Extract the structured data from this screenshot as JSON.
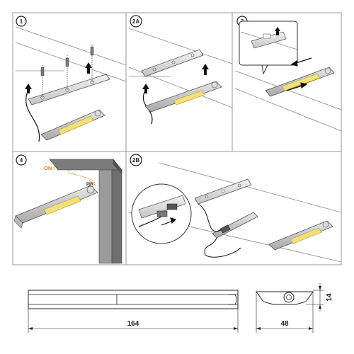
{
  "panels": [
    {
      "step": "1"
    },
    {
      "step": "2A"
    },
    {
      "step": "3"
    },
    {
      "step": "4",
      "callout": "ON / OFF(160s)",
      "sensor_label": "PIR"
    },
    {
      "step": "2B"
    }
  ],
  "dimensions": {
    "length": "164",
    "width": "48",
    "height": "14"
  },
  "colors": {
    "frame": "#9a9a9a",
    "led_yellow": "#f4e07a",
    "profile_gray": "#c9c9c9",
    "accent_orange": "#e87a1e",
    "line": "#333333"
  }
}
